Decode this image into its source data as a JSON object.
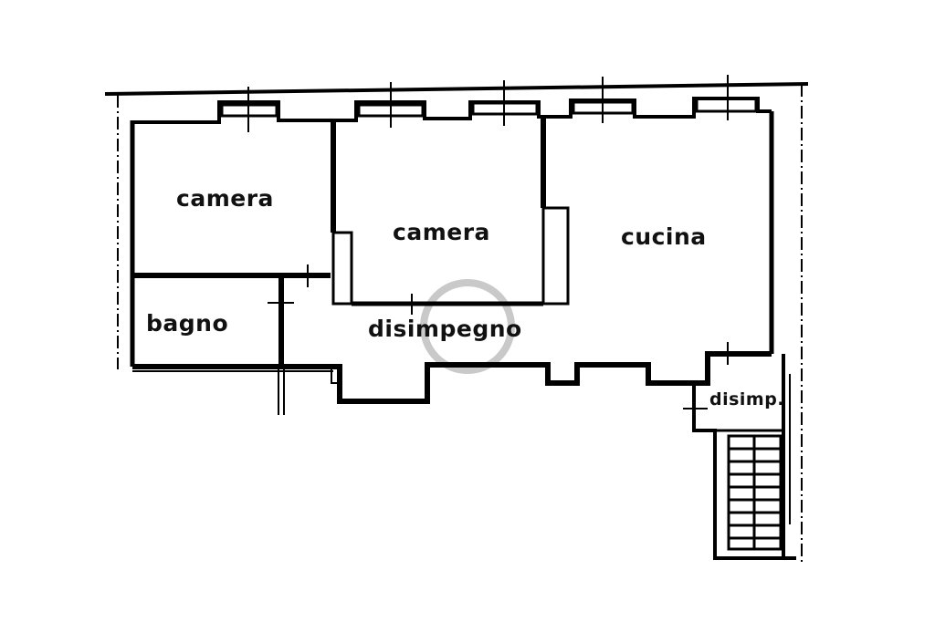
{
  "diagram": {
    "type": "floor-plan",
    "colors": {
      "wall": "#000000",
      "background": "#ffffff",
      "watermark": "#888888"
    },
    "rooms": [
      {
        "id": "camera-1",
        "label": "camera"
      },
      {
        "id": "camera-2",
        "label": "camera"
      },
      {
        "id": "cucina",
        "label": "cucina"
      },
      {
        "id": "bagno",
        "label": "bagno"
      },
      {
        "id": "disimpegno",
        "label": "disimpegno"
      },
      {
        "id": "disimp",
        "label": "disimp."
      }
    ],
    "features": {
      "windows": 5,
      "stair_treads": 9
    }
  }
}
